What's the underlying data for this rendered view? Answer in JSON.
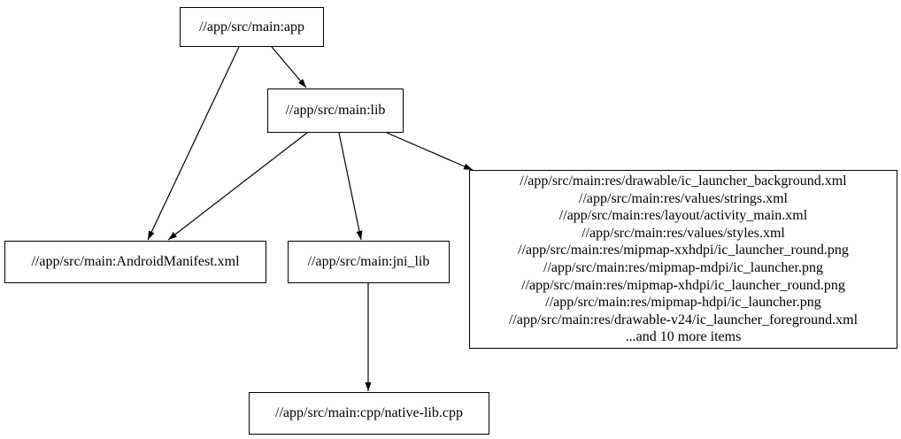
{
  "diagram": {
    "type": "dependency-graph",
    "background_color": "#ffffff",
    "node_fill_color": "#ffffff",
    "node_border_color": "#000000",
    "edge_color": "#000000",
    "nodes": {
      "app": {
        "label": "//app/src/main:app"
      },
      "lib": {
        "label": "//app/src/main:lib"
      },
      "android_manifest": {
        "label": "//app/src/main:AndroidManifest.xml"
      },
      "jni_lib": {
        "label": "//app/src/main:jni_lib"
      },
      "resources": {
        "lines": [
          "//app/src/main:res/drawable/ic_launcher_background.xml",
          "//app/src/main:res/values/strings.xml",
          "//app/src/main:res/layout/activity_main.xml",
          "//app/src/main:res/values/styles.xml",
          "//app/src/main:res/mipmap-xxhdpi/ic_launcher_round.png",
          "//app/src/main:res/mipmap-mdpi/ic_launcher.png",
          "//app/src/main:res/mipmap-xhdpi/ic_launcher_round.png",
          "//app/src/main:res/mipmap-hdpi/ic_launcher.png",
          "//app/src/main:res/drawable-v24/ic_launcher_foreground.xml",
          "...and 10 more items"
        ]
      },
      "native_lib_cpp": {
        "label": "//app/src/main:cpp/native-lib.cpp"
      }
    },
    "edges": [
      {
        "from": "app",
        "to": "android_manifest"
      },
      {
        "from": "app",
        "to": "lib"
      },
      {
        "from": "lib",
        "to": "android_manifest"
      },
      {
        "from": "lib",
        "to": "jni_lib"
      },
      {
        "from": "lib",
        "to": "resources"
      },
      {
        "from": "jni_lib",
        "to": "native_lib_cpp"
      }
    ]
  }
}
